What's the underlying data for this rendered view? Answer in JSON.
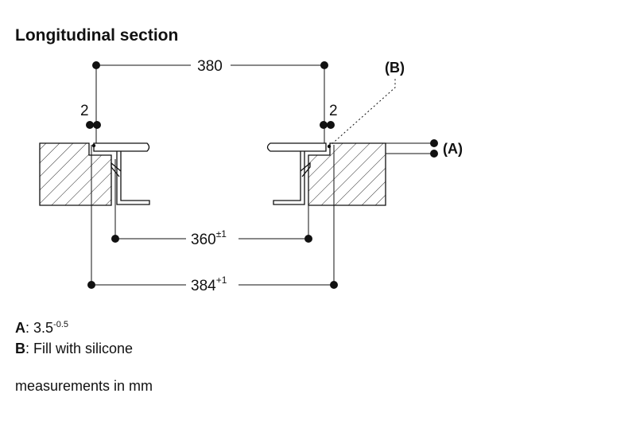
{
  "title": "Longitudinal section",
  "dimensions": {
    "top_width": "380",
    "left_gap": "2",
    "right_gap": "2",
    "inner_width": "360",
    "inner_tolerance": "±1",
    "outer_width": "384",
    "outer_tolerance": "+1"
  },
  "callouts": {
    "a": "(A)",
    "b": "(B)"
  },
  "legend": {
    "a_key": "A",
    "a_value": "3.5",
    "a_tolerance": "-0.5",
    "b_key": "B",
    "b_value": "Fill with silicone"
  },
  "units_note": "measurements in mm"
}
